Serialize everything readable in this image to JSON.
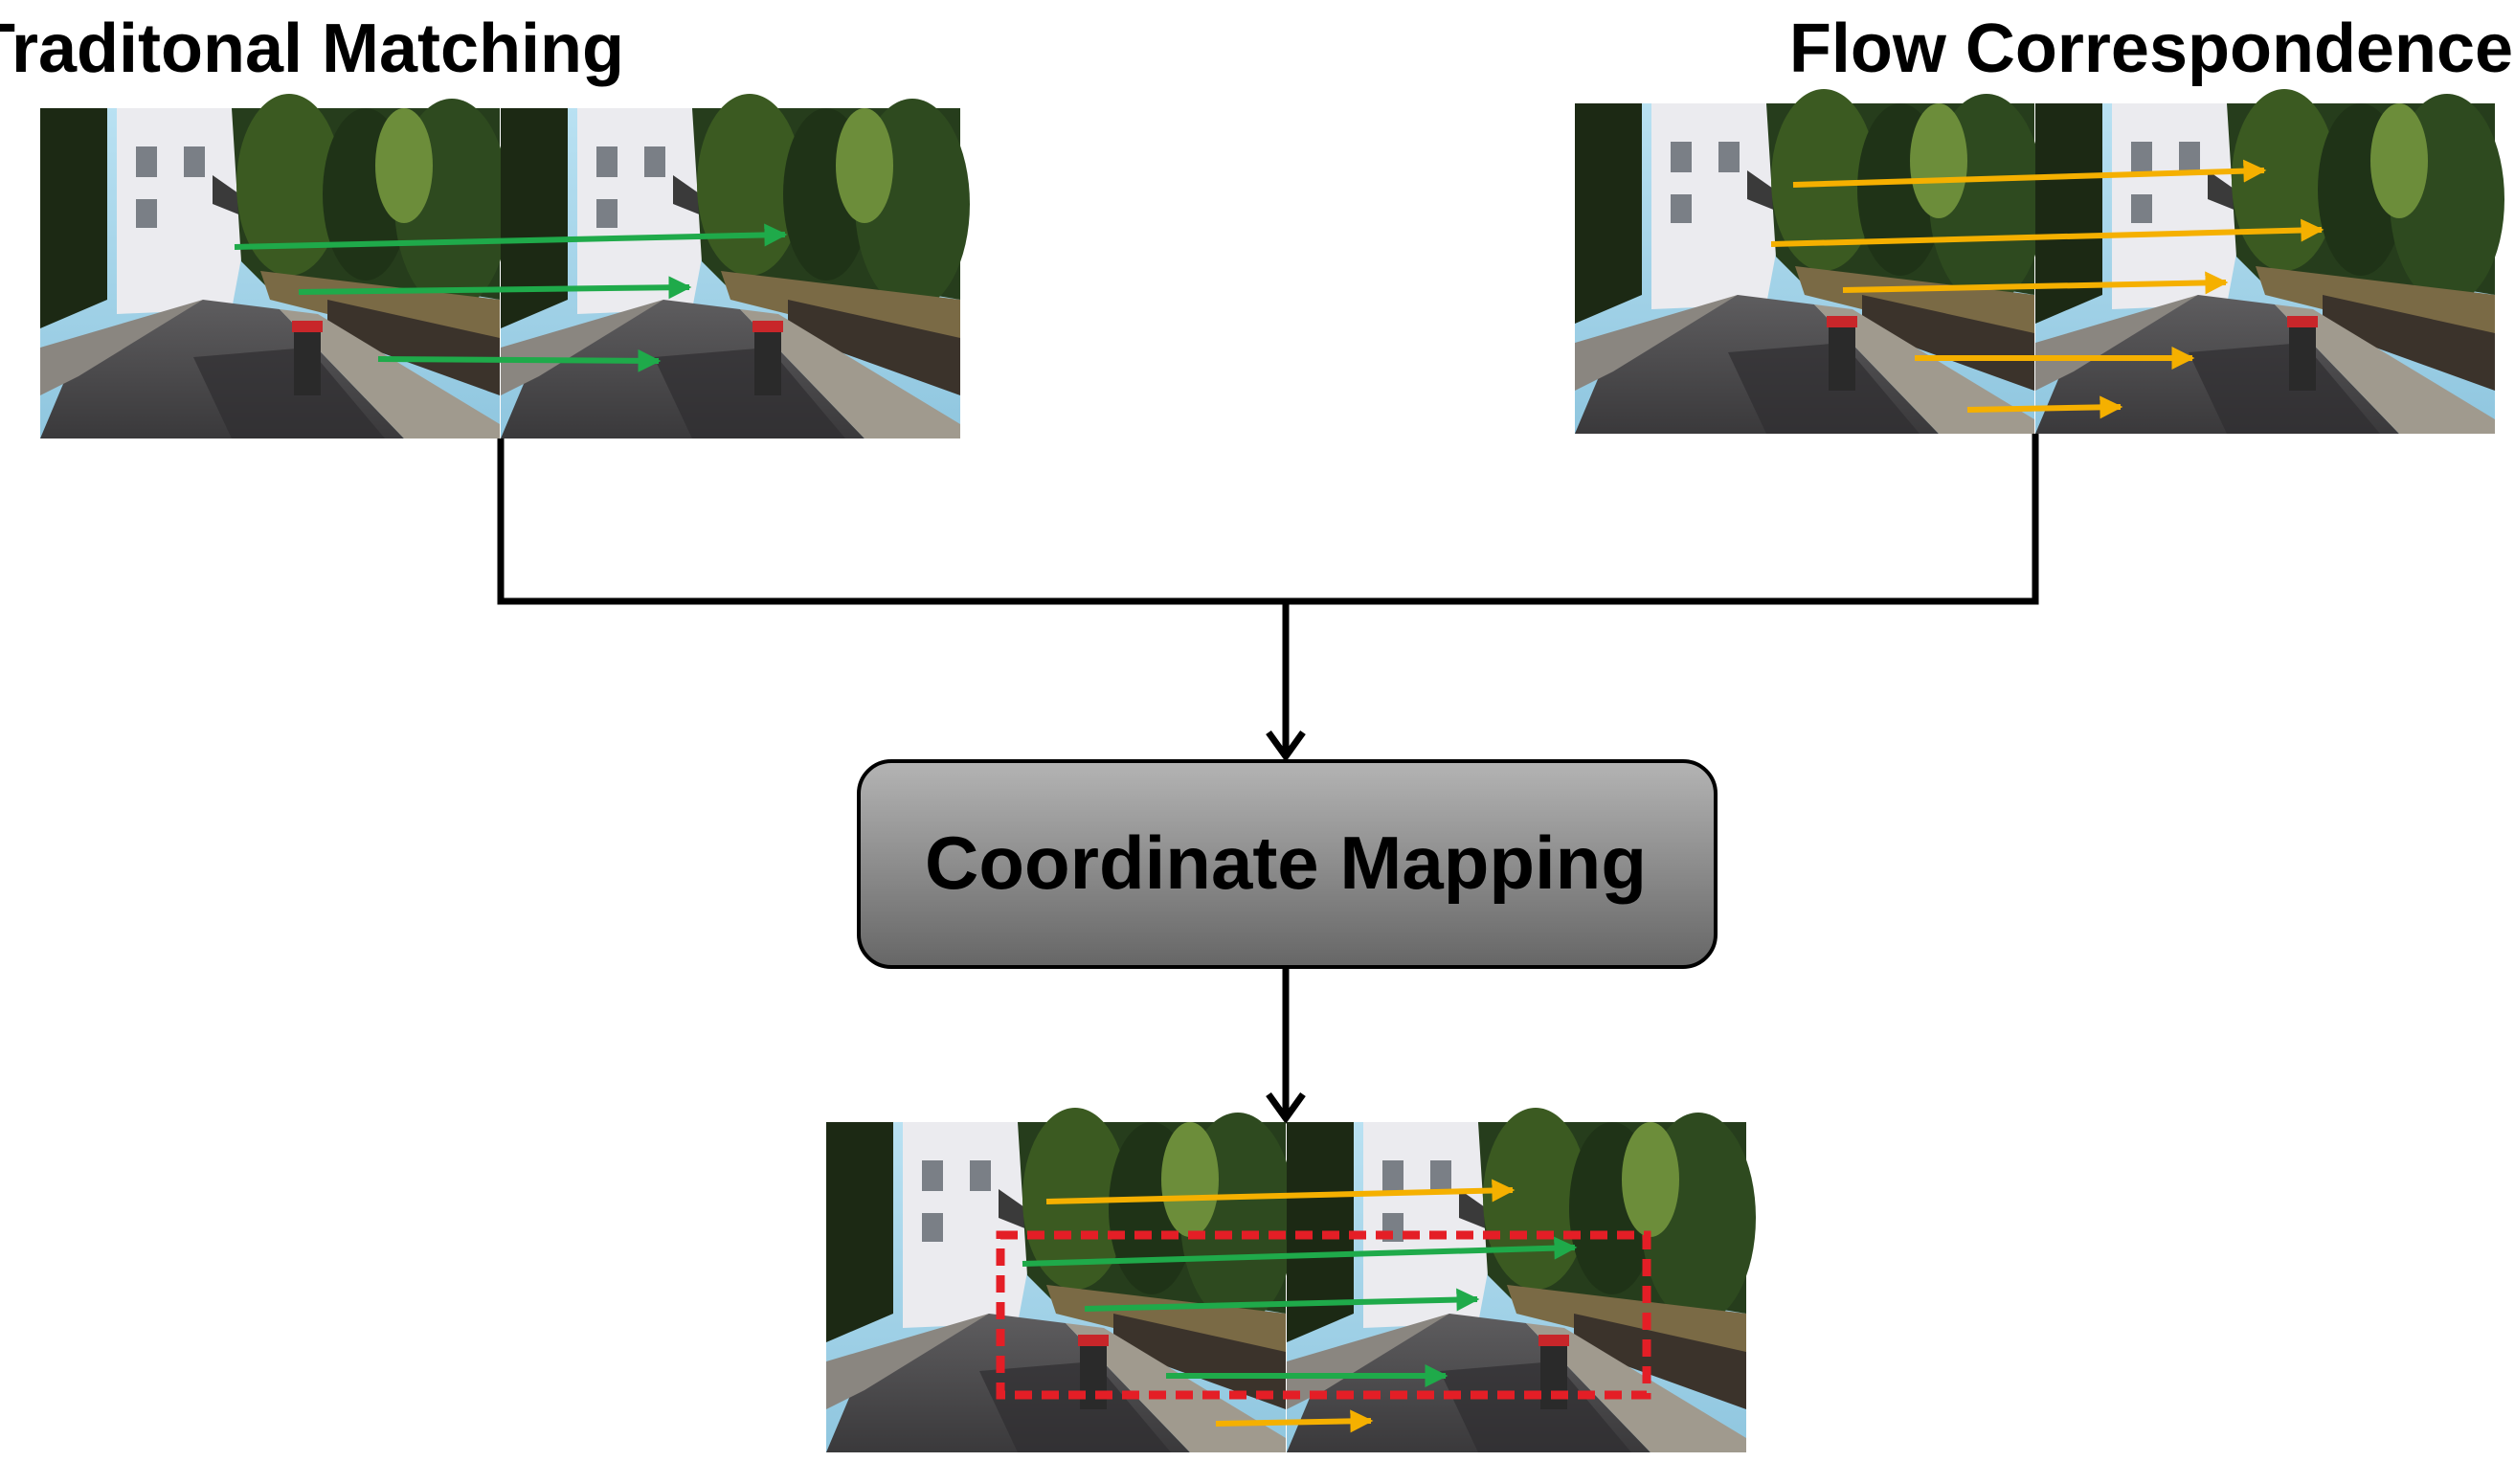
{
  "diagram": {
    "left_title": "Traditonal Matching",
    "right_title": "Flow  Correspondences",
    "center_box_label": "Coordinate Mapping",
    "colors": {
      "traditional_match_arrow": "#1faa4a",
      "flow_arrow": "#f5b000",
      "highlight_box": "#e41e26",
      "connector": "#000000",
      "box_fill_top": "#a9a9a9",
      "box_fill_bottom": "#6f6f6f",
      "sky": "#9fd3ea",
      "trees": "#23361b",
      "road": "#4a4a4c",
      "building": "#e9e9ee",
      "pavement": "#8c8882"
    },
    "panels": [
      {
        "name": "traditional-matching-image-pair",
        "arrow_color": "green",
        "arrow_count": 3
      },
      {
        "name": "flow-correspondences-image-pair",
        "arrow_color": "yellow",
        "arrow_count": 5
      },
      {
        "name": "combined-result-image-pair",
        "arrow_colors": [
          "green",
          "yellow"
        ],
        "arrow_count": 5
      }
    ]
  }
}
